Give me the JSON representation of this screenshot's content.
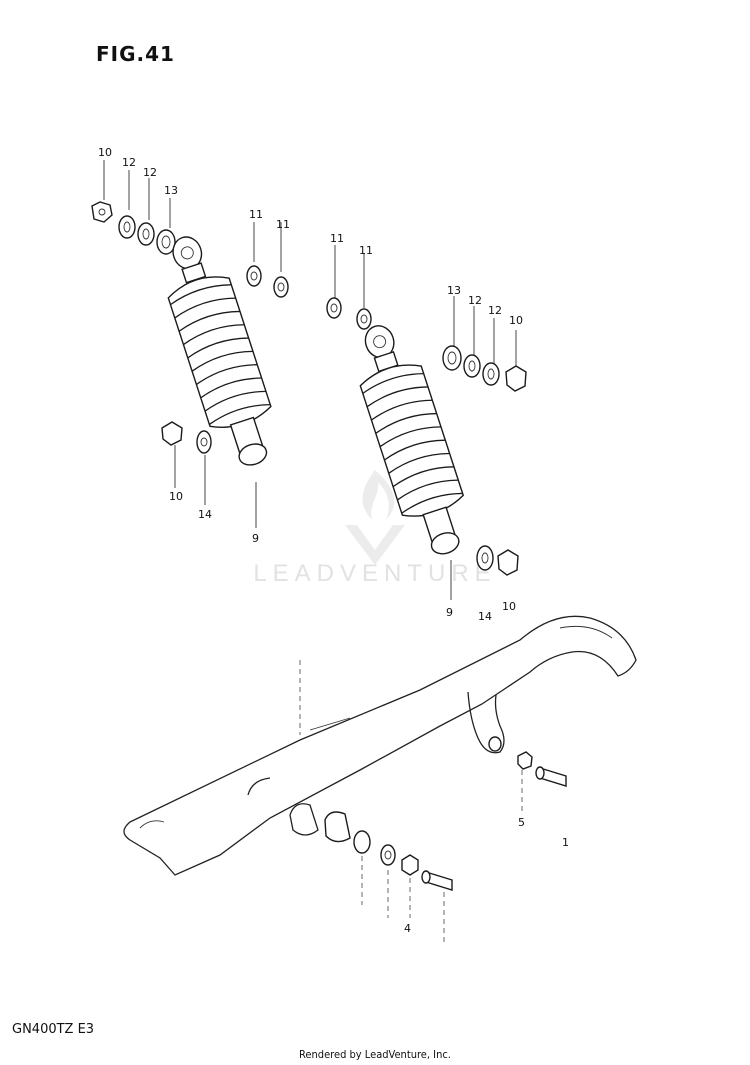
{
  "figure": {
    "title": "FIG.41",
    "model": "GN400TZ E3"
  },
  "credit": "Rendered by LeadVenture, Inc.",
  "watermark": {
    "text": "LEADVENTURE"
  },
  "callouts": {
    "left_top": [
      "10",
      "12",
      "12",
      "13"
    ],
    "left_mid": [
      "11",
      "11"
    ],
    "left_bottom": [
      "10",
      "14",
      "9"
    ],
    "right_top_11": [
      "11",
      "11"
    ],
    "right_top": [
      "13",
      "12",
      "12",
      "10"
    ],
    "right_bottom": [
      "9",
      "14",
      "10"
    ],
    "swingarm": [
      "5",
      "4",
      "1"
    ]
  }
}
